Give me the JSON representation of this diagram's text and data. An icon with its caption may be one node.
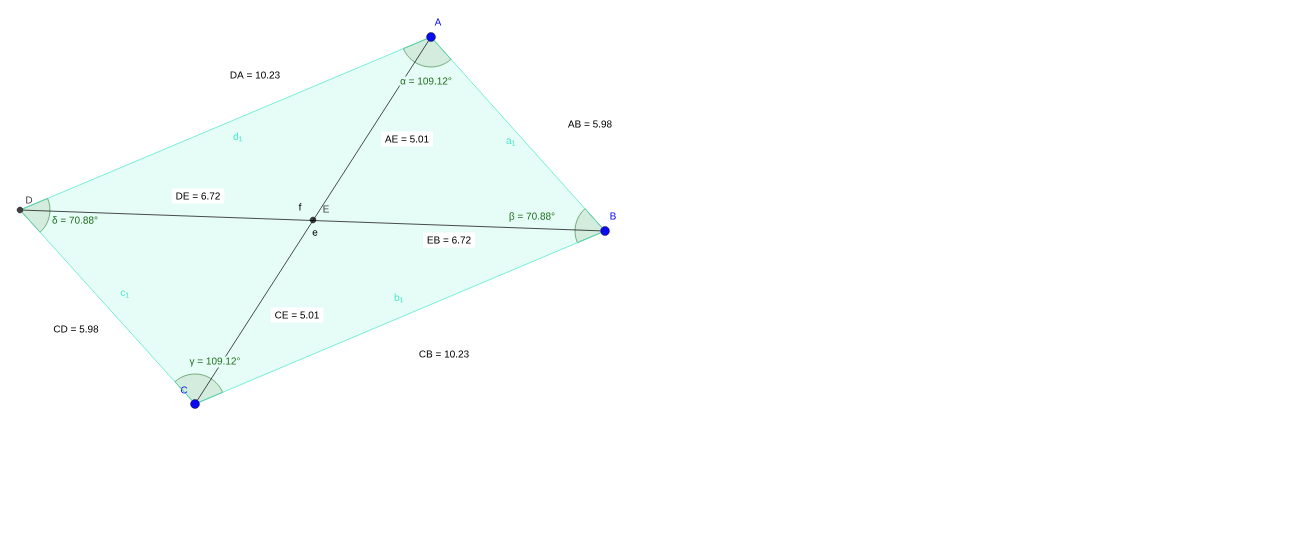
{
  "diagram": {
    "nodes": [
      {
        "text": [
          "A"
        ]
      },
      {
        "text": [
          "B"
        ]
      },
      {
        "text": [
          "C"
        ]
      },
      {
        "text": [
          "D"
        ]
      },
      {
        "text": [
          "E"
        ]
      }
    ],
    "edges": [
      {
        "from": 0,
        "to": 1,
        "arrow": "none",
        "label": "a$_{1}$"
      },
      {
        "from": 1,
        "to": 2,
        "arrow": "none",
        "label": "b$_{1}$"
      },
      {
        "from": 2,
        "to": 3,
        "arrow": "none",
        "label": "c$_{1}$"
      },
      {
        "from": 3,
        "to": 0,
        "arrow": "none",
        "label": "d$_{1}$"
      },
      {
        "from": 3,
        "to": 1,
        "arrow": "none",
        "label": "f",
        "color": "#000000"
      },
      {
        "from": 0,
        "to": 2,
        "arrow": "none",
        "label": "e",
        "color": "#000000"
      }
    ],
    "labels": [
      "DA = 10.23",
      "α = 109.12°",
      "AE = 5.01",
      "AB = 5.98",
      "DE = 6.72",
      "β = 70.88°",
      "δ = 70.88°",
      "EB = 6.72",
      "CE = 5.01",
      "CD = 5.98",
      "CB = 10.23",
      "γ = 109.12°"
    ]
  }
}
